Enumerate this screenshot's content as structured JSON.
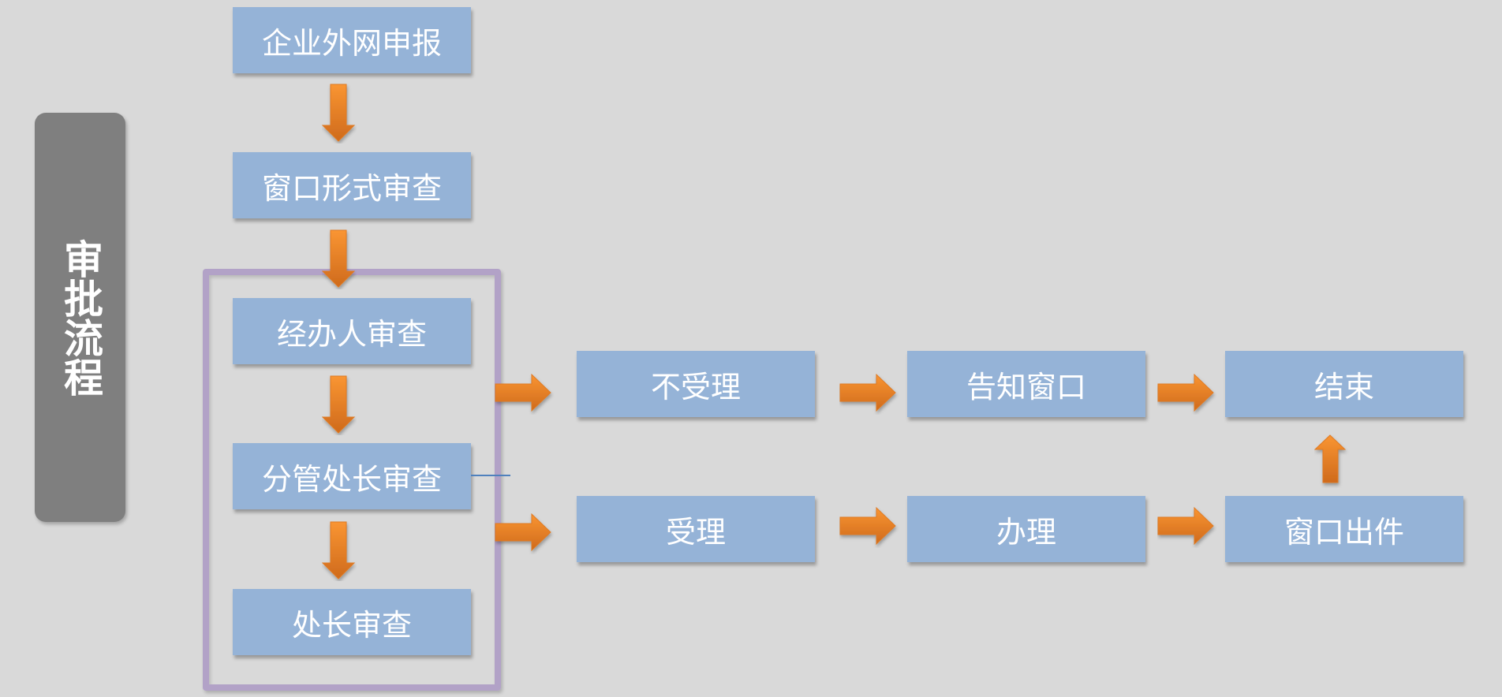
{
  "title": "审批流程",
  "colors": {
    "background": "#d9d9d9",
    "box_fill": "#95b3d7",
    "box_text": "#ffffff",
    "arrow_light": "#f99532",
    "arrow_dark": "#cf6a1c",
    "group_frame": "#b2a2c7",
    "title_panel": "#7f7f7f",
    "connector_line": "#4f81bd"
  },
  "steps": {
    "online_submit": "企业外网申报",
    "window_formal_review": "窗口形式审查",
    "handler_review": "经办人审查",
    "deputy_director_review": "分管处长审查",
    "director_review": "处长审查",
    "not_accepted": "不受理",
    "notify_window": "告知窗口",
    "end": "结束",
    "accepted": "受理",
    "process": "办理",
    "window_issue": "窗口出件"
  },
  "edges": [
    {
      "from": "企业外网申报",
      "to": "窗口形式审查",
      "direction": "down"
    },
    {
      "from": "窗口形式审查",
      "to": "经办人审查",
      "direction": "down"
    },
    {
      "from": "经办人审查",
      "to": "分管处长审查",
      "direction": "down"
    },
    {
      "from": "分管处长审查",
      "to": "处长审查",
      "direction": "down"
    },
    {
      "from": "审查组",
      "to": "不受理",
      "direction": "right"
    },
    {
      "from": "不受理",
      "to": "告知窗口",
      "direction": "right"
    },
    {
      "from": "告知窗口",
      "to": "结束",
      "direction": "right"
    },
    {
      "from": "审查组",
      "to": "受理",
      "direction": "right"
    },
    {
      "from": "受理",
      "to": "办理",
      "direction": "right"
    },
    {
      "from": "办理",
      "to": "窗口出件",
      "direction": "right"
    },
    {
      "from": "窗口出件",
      "to": "结束",
      "direction": "up"
    }
  ]
}
